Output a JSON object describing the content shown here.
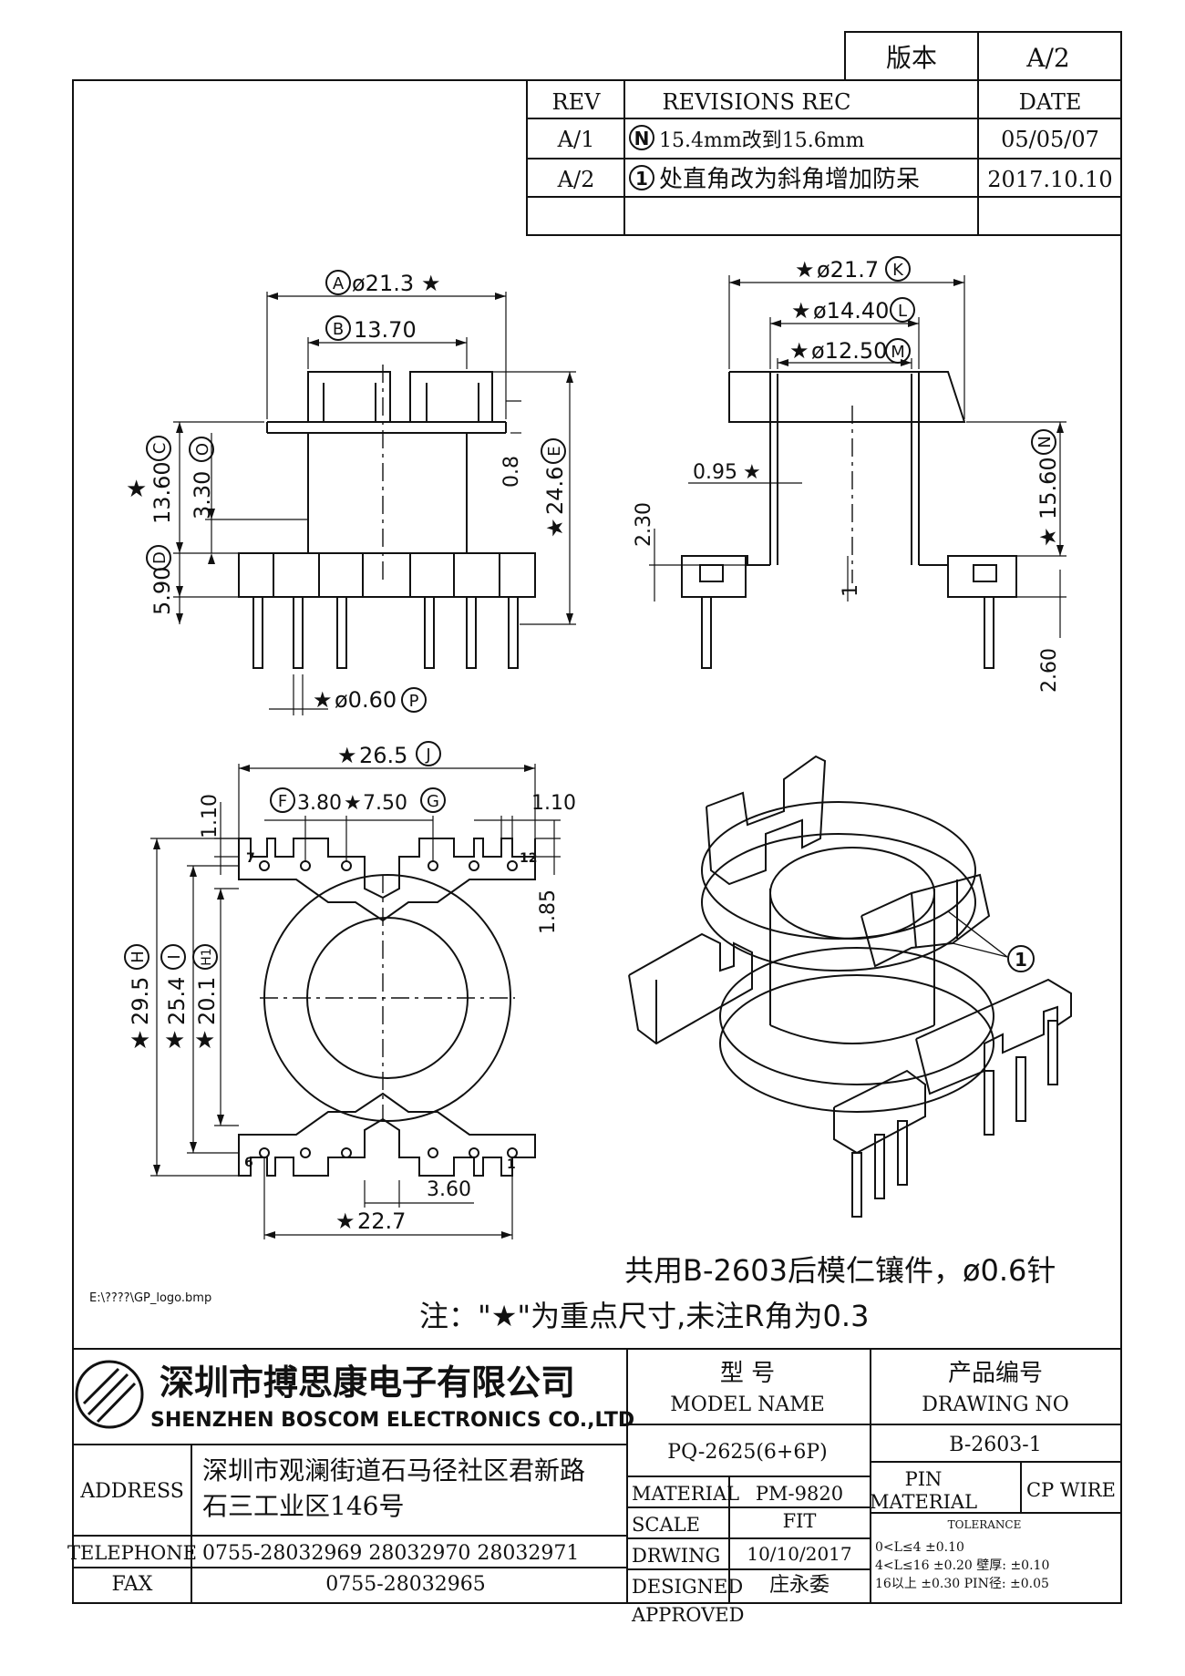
{
  "version_box": {
    "label": "版本",
    "value": "A/2"
  },
  "revisions": {
    "headers": {
      "rev": "REV",
      "rec": "REVISIONS REC",
      "date": "DATE"
    },
    "rows": [
      {
        "rev": "A/1",
        "mark": "N",
        "text": "15.4mm改到15.6mm",
        "date": "05/05/07"
      },
      {
        "rev": "A/2",
        "mark": "1",
        "text": "处直角改为斜角增加防呆",
        "date": "2017.10.10"
      }
    ]
  },
  "dims": {
    "a": "ø21.3",
    "a_mark": "A",
    "b": "13.70",
    "b_mark": "B",
    "c": "13.60",
    "c_mark": "C",
    "o": "3.30",
    "o_mark": "O",
    "d": "5.90",
    "d_mark": "D",
    "e": "24.6",
    "e_mark": "E",
    "t08": "0.8",
    "p": "ø0.60",
    "p_mark": "P",
    "k": "ø21.7",
    "k_mark": "K",
    "l": "ø14.40",
    "l_mark": "L",
    "m": "ø12.50",
    "m_mark": "M",
    "n": "15.60",
    "n_mark": "N",
    "t095": "0.95",
    "t230": "2.30",
    "t1": "1",
    "t260": "2.60",
    "j": "26.5",
    "j_mark": "J",
    "f": "3.80",
    "f_mark": "F",
    "g": "7.50",
    "g_mark": "G",
    "t110a": "1.10",
    "t110b": "1.10",
    "t185": "1.85",
    "h": "29.5",
    "h_mark": "H",
    "i": "25.4",
    "i_mark": "I",
    "h1": "20.1",
    "h1_mark": "H1",
    "t360": "3.60",
    "t227": "22.7",
    "pin7": "7",
    "pin12": "12",
    "pin6": "6",
    "pin1": "1",
    "note_mark": "1",
    "star": "★"
  },
  "notes": {
    "line1": "共用B-2603后模仁镶件，ø0.6针",
    "line2": "注：\"★\"为重点尺寸,未注R角为0.3",
    "logo_path": "E:\\????\\GP_logo.bmp"
  },
  "company": {
    "name_cn": "深圳市搏思康电子有限公司",
    "name_en": "SHENZHEN BOSCOM ELECTRONICS CO.,LTD"
  },
  "title_block": {
    "model_cn": "型    号",
    "model_en": "MODEL NAME",
    "drawing_cn": "产品编号",
    "drawing_en": "DRAWING NO",
    "model_value": "PQ-2625(6+6P)",
    "drawing_value": "B-2603-1",
    "address_label": "ADDRESS",
    "address_line1": "深圳市观澜街道石马径社区君新路",
    "address_line2": "石三工业区146号",
    "telephone_label": "TELEPHONE",
    "telephone_value": "0755-28032969 28032970 28032971",
    "fax_label": "FAX",
    "fax_value": "0755-28032965",
    "material_label": "MATERIAL",
    "material_value": "PM-9820",
    "scale_label": "SCALE",
    "scale_value": "FIT",
    "drwing_label": "DRWING",
    "drwing_value": "10/10/2017",
    "designed_label": "DESIGNED",
    "designed_value": "庄永委",
    "approved_label": "APPROVED",
    "pin_material_label1": "PIN",
    "pin_material_label2": "MATERIAL",
    "pin_material_value": "CP WIRE",
    "tolerance_label": "TOLERANCE",
    "tol1": "0<L≤4  ±0.10",
    "tol2": "4<L≤16  ±0.20  壁厚:  ±0.10",
    "tol3": "16以上     ±0.30  PIN径: ±0.05"
  }
}
